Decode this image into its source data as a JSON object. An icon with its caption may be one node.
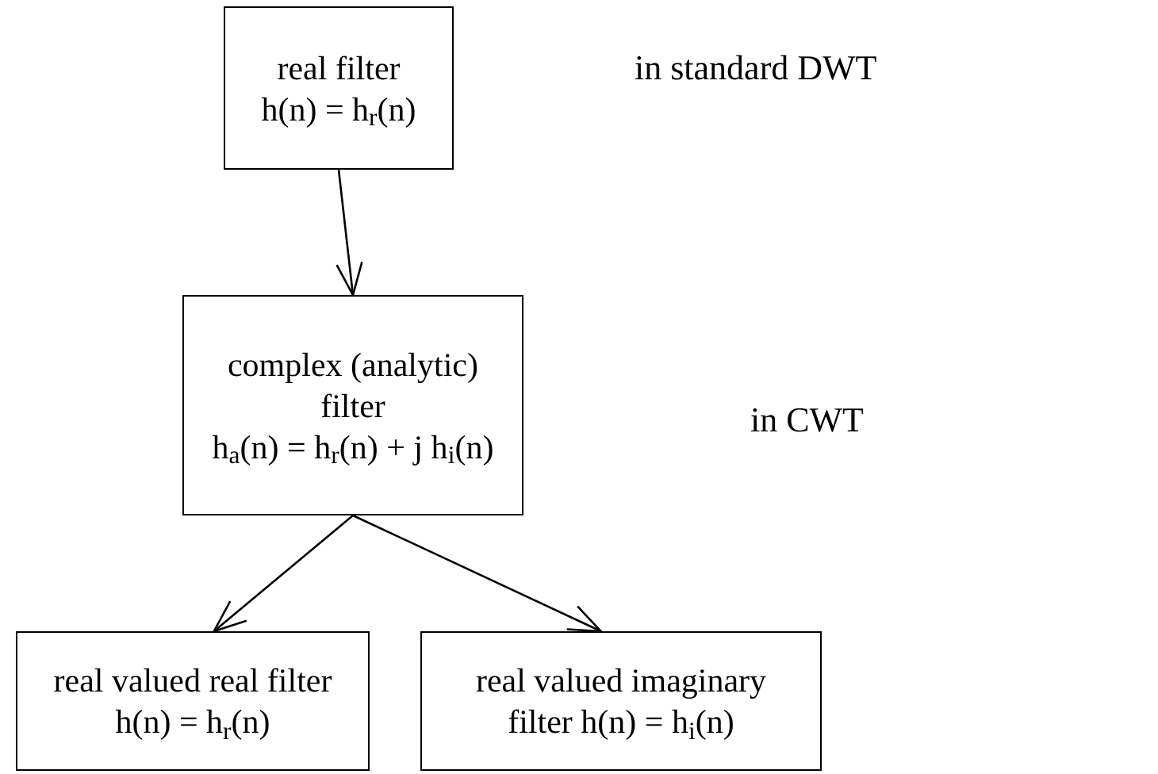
{
  "diagram": {
    "nodes": [
      {
        "text": [
          "real filter",
          "h(n) = h$_{r}$(n)"
        ]
      },
      {
        "text": [
          "complex (analytic) filter",
          "h$_{a}$(n) = h$_{r}$(n) + j h$_{i}$(n)"
        ]
      },
      {
        "text": [
          "real valued real filter h(n) = h$_{r}$(n)"
        ]
      },
      {
        "text": [
          "real valued imaginary filter h(n) = h$_{i}$(n)"
        ]
      }
    ],
    "edges": [
      {
        "from": 0,
        "to": 1,
        "arrow": "to"
      },
      {
        "from": 1,
        "to": 2,
        "arrow": "to"
      },
      {
        "from": 1,
        "to": 3,
        "arrow": "to"
      }
    ],
    "labels": [
      "in standard DWT",
      "in CWT"
    ]
  }
}
